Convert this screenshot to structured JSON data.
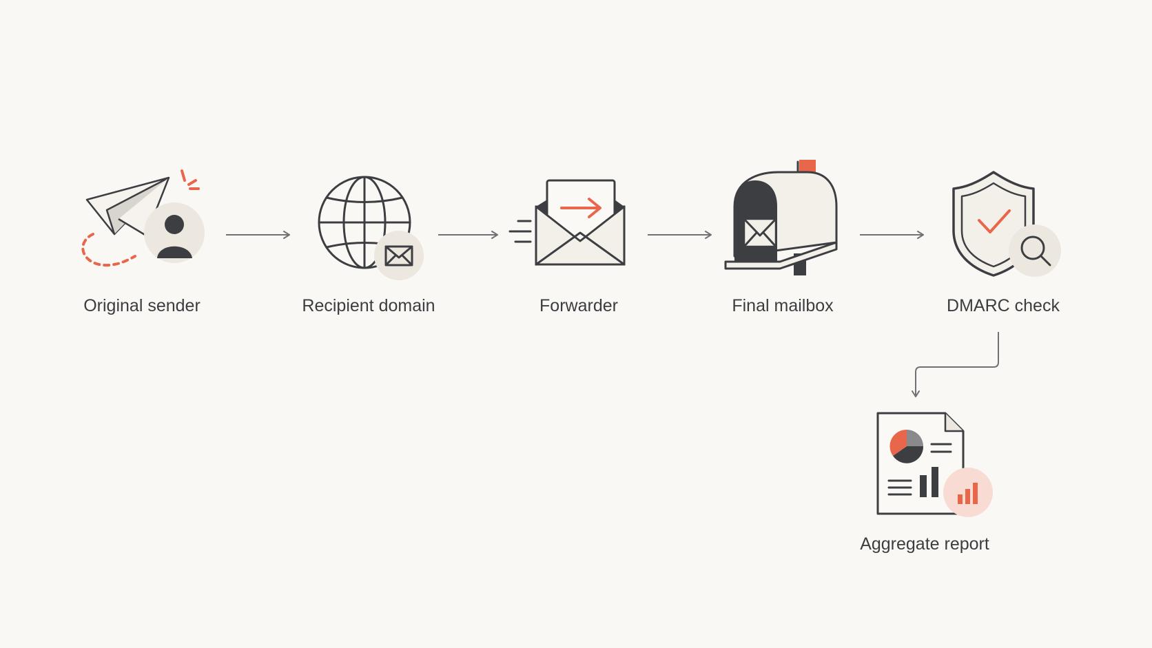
{
  "diagram": {
    "accent_color": "#e8664a",
    "ink_color": "#3d3e42",
    "background_color": "#faf8f5",
    "nodes": [
      {
        "id": "original-sender",
        "label": "Original sender",
        "icon": "paper-plane-person-icon"
      },
      {
        "id": "recipient-domain",
        "label": "Recipient domain",
        "icon": "globe-envelope-icon"
      },
      {
        "id": "forwarder",
        "label": "Forwarder",
        "icon": "forwarding-envelope-icon"
      },
      {
        "id": "final-mailbox",
        "label": "Final mailbox",
        "icon": "mailbox-icon"
      },
      {
        "id": "dmarc-check",
        "label": "DMARC check",
        "icon": "shield-check-search-icon"
      },
      {
        "id": "aggregate-report",
        "label": "Aggregate report",
        "icon": "report-chart-icon"
      }
    ],
    "edges": [
      {
        "from": "original-sender",
        "to": "recipient-domain"
      },
      {
        "from": "recipient-domain",
        "to": "forwarder"
      },
      {
        "from": "forwarder",
        "to": "final-mailbox"
      },
      {
        "from": "final-mailbox",
        "to": "dmarc-check"
      },
      {
        "from": "dmarc-check",
        "to": "aggregate-report"
      }
    ]
  }
}
